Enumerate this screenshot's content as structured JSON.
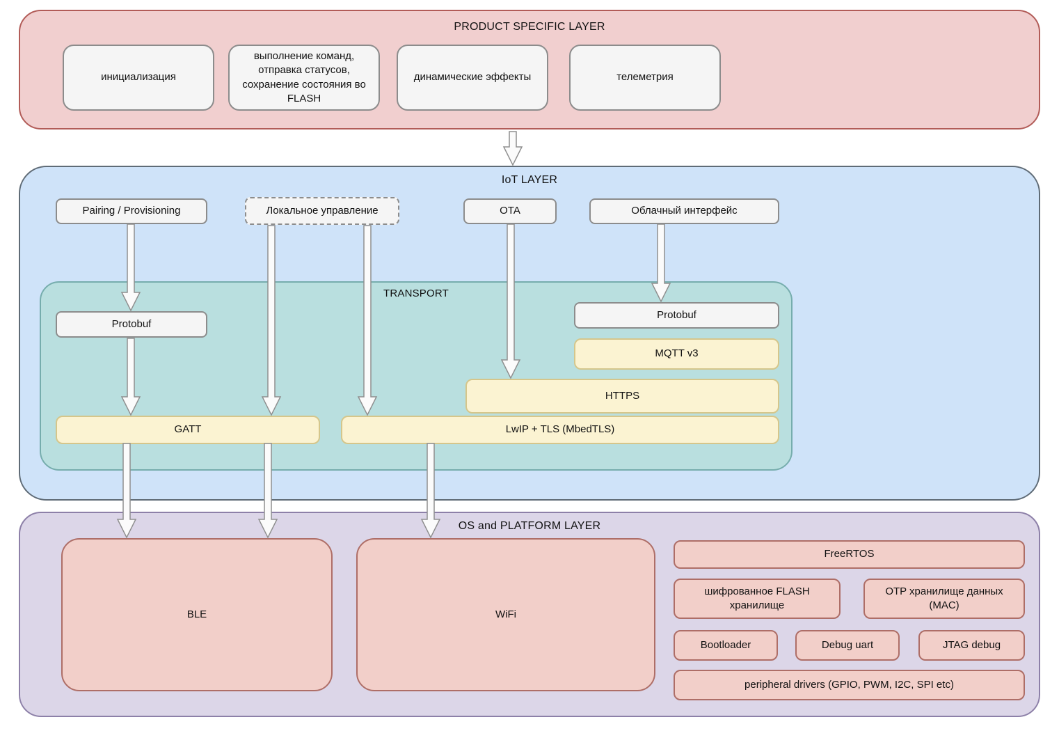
{
  "product_layer": {
    "label": "PRODUCT SPECIFIC LAYER",
    "boxes": [
      {
        "label": "инициализация"
      },
      {
        "label": "выполнение команд, отправка статусов, сохранение состояния во FLASH"
      },
      {
        "label": "динамические эффекты"
      },
      {
        "label": "телеметрия"
      }
    ]
  },
  "iot_layer": {
    "label": "IoT LAYER",
    "boxes": [
      {
        "label": "Pairing / Provisioning"
      },
      {
        "label": "Локальное управление"
      },
      {
        "label": "OTA"
      },
      {
        "label": "Облачный интерфейс"
      }
    ],
    "transport": {
      "label": "TRANSPORT",
      "protobuf_left": "Protobuf",
      "protobuf_right": "Protobuf",
      "mqtt": "MQTT v3",
      "https": "HTTPS",
      "gatt": "GATT",
      "lwip": "LwIP + TLS (MbedTLS)"
    }
  },
  "os_layer": {
    "label": "OS and PLATFORM LAYER",
    "ble": "BLE",
    "wifi": "WiFi",
    "freertos": "FreeRTOS",
    "flash_storage": "шифрованное FLASH хранилище",
    "otp_storage": "OTP хранилище данных (MAC)",
    "bootloader": "Bootloader",
    "debug_uart": "Debug uart",
    "jtag": "JTAG debug",
    "peripheral": "peripheral drivers (GPIO, PWM, I2C, SPI etc)"
  },
  "colors": {
    "product_layer_bg": "#f1cfcf",
    "product_layer_border": "#b25c58",
    "iot_layer_bg": "#cfe3f9",
    "iot_layer_border": "#5f6b76",
    "transport_bg": "#b9dfdf",
    "transport_border": "#76adad",
    "os_layer_bg": "#dcd6e8",
    "os_layer_border": "#8d80a8",
    "node_gray_bg": "#f5f5f5",
    "node_gray_border": "#8c8c8c",
    "node_yellow_bg": "#fbf3d2",
    "node_yellow_border": "#d5c68b",
    "node_pink_bg": "#f2cfc9",
    "node_pink_border": "#ae6e67",
    "arrow_fill": "#fbfbfb",
    "arrow_stroke": "#8f8f8f"
  }
}
